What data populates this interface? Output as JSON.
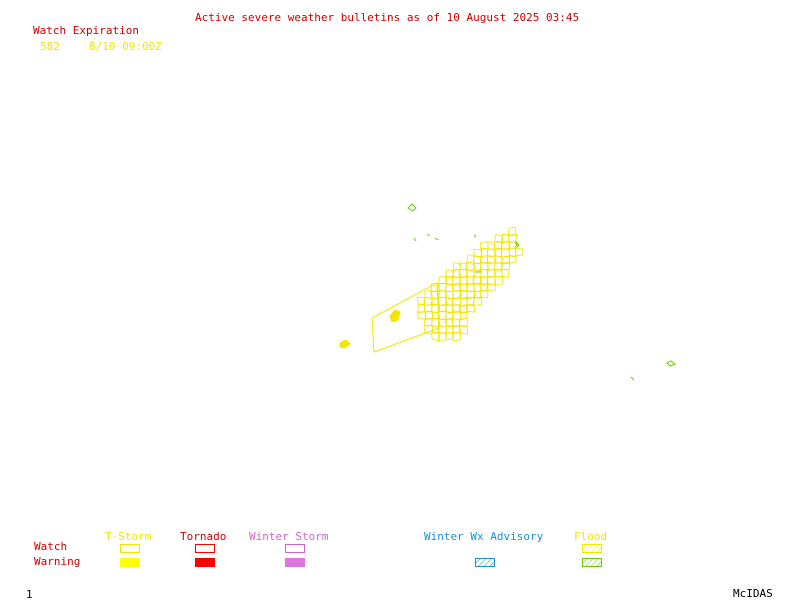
{
  "title": "Active severe weather bulletins as of 10 August 2025 03:45",
  "watch_expiration": {
    "heading": "Watch Expiration",
    "entries": [
      {
        "number": "582",
        "expires": "8/10 09:00Z"
      }
    ]
  },
  "legend": {
    "row_labels": {
      "watch": "Watch",
      "warning": "Warning"
    },
    "categories": [
      {
        "id": "tstorm",
        "label": "T-Storm",
        "color": "#f2e600"
      },
      {
        "id": "tornado",
        "label": "Tornado",
        "color": "#ff0000"
      },
      {
        "id": "winter-storm",
        "label": "Winter Storm",
        "color": "#cc66cc"
      },
      {
        "id": "winter-wx-advisory",
        "label": "Winter Wx Advisory",
        "color": "#1a8fd6"
      },
      {
        "id": "flood",
        "label": "Flood",
        "color": "#66cc00"
      }
    ]
  },
  "footer": {
    "frame_number": "1",
    "software": "McIDAS"
  }
}
